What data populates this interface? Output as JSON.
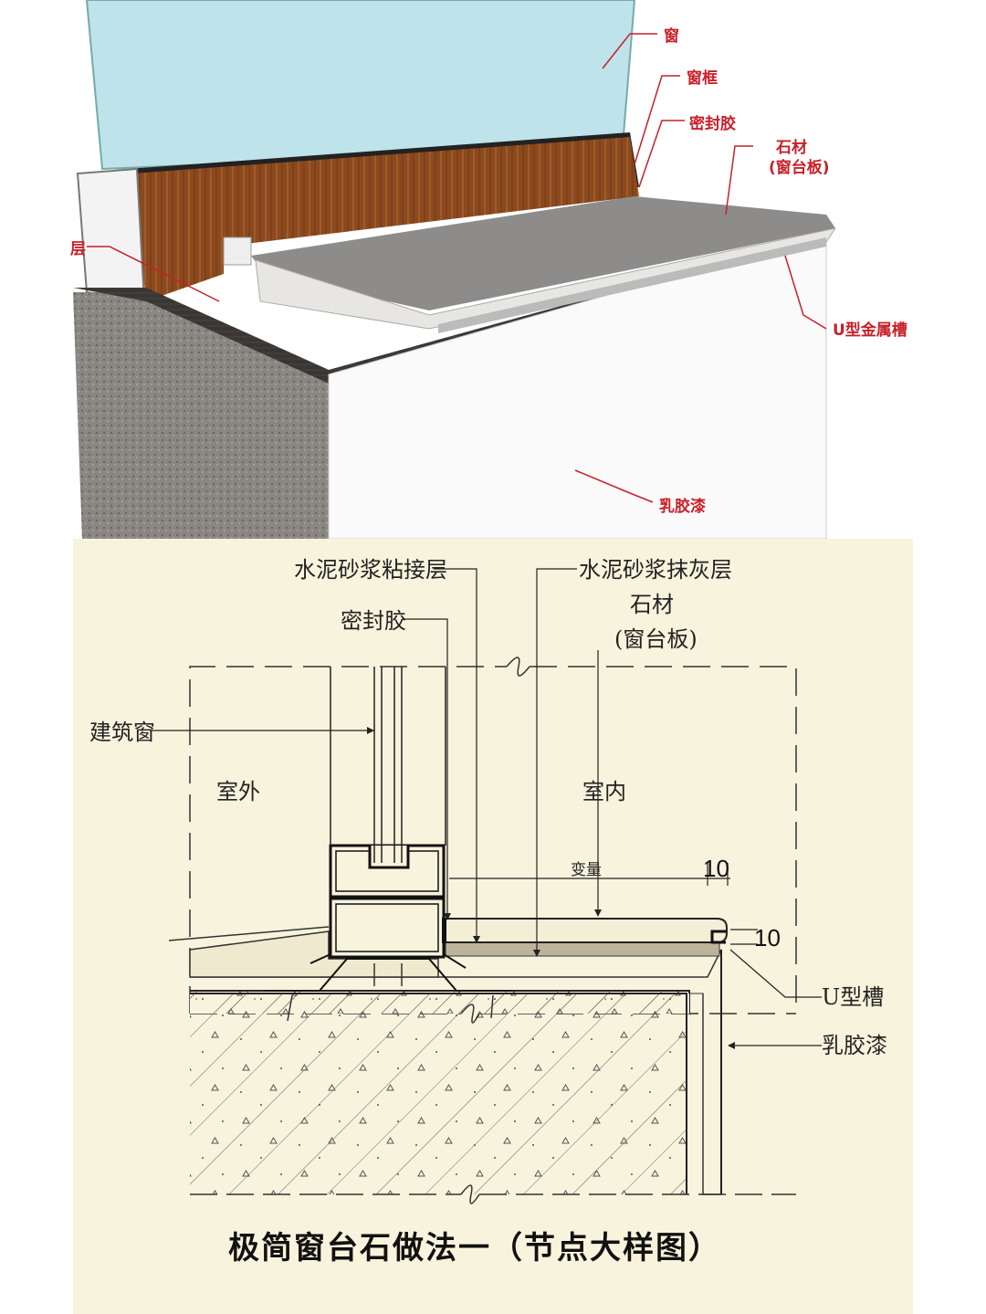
{
  "render_labels": {
    "window": "窗",
    "window_frame": "窗框",
    "sealant": "密封胶",
    "stone": "石材",
    "stone_sub": "(窗台板)",
    "layer": "层",
    "u_metal_channel": "U型金属槽",
    "latex_paint": "乳胶漆"
  },
  "section_labels": {
    "mortar_bond_layer": "水泥砂浆粘接层",
    "mortar_plaster_layer": "水泥砂浆抹灰层",
    "sealant": "密封胶",
    "stone": "石材",
    "stone_sub": "(窗台板)",
    "building_window": "建筑窗",
    "outdoor": "室外",
    "indoor": "室内",
    "variable": "变量",
    "dim_top": "10",
    "dim_side": "10",
    "u_channel": "U型槽",
    "latex_paint": "乳胶漆"
  },
  "title": "极简窗台石做法一（节点大样图）",
  "colors": {
    "label_red": "#c8202a",
    "section_bg": "#f8f3dc",
    "wood": "#8a4a1e",
    "glass": "#bfe3ea"
  }
}
